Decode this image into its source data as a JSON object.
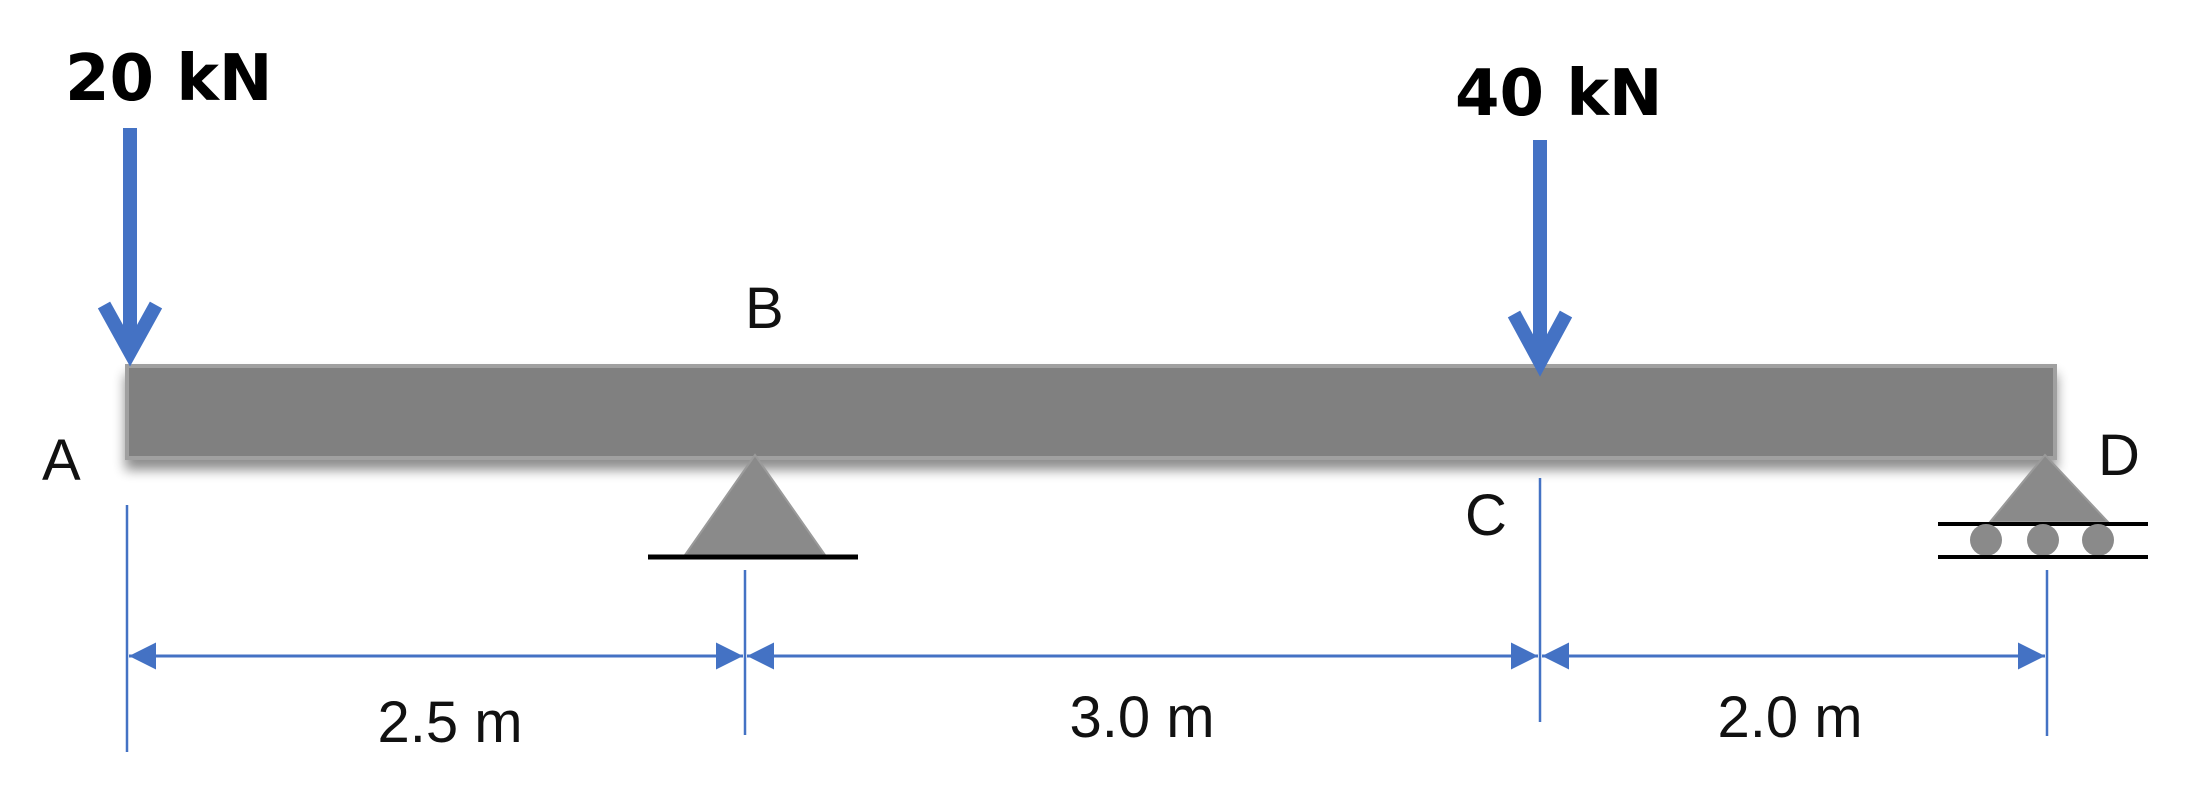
{
  "loads": [
    {
      "label": "20 kN",
      "color": "#4472C4"
    },
    {
      "label": "40 kN",
      "color": "#4472C4"
    }
  ],
  "points": {
    "A": "A",
    "B": "B",
    "C": "C",
    "D": "D"
  },
  "dimensions": [
    "2.5 m",
    "3.0 m",
    "2.0 m"
  ],
  "colors": {
    "beam": "#808080",
    "support": "#8a8a8a",
    "arrow": "#4472C4",
    "dimension": "#4472C4"
  }
}
